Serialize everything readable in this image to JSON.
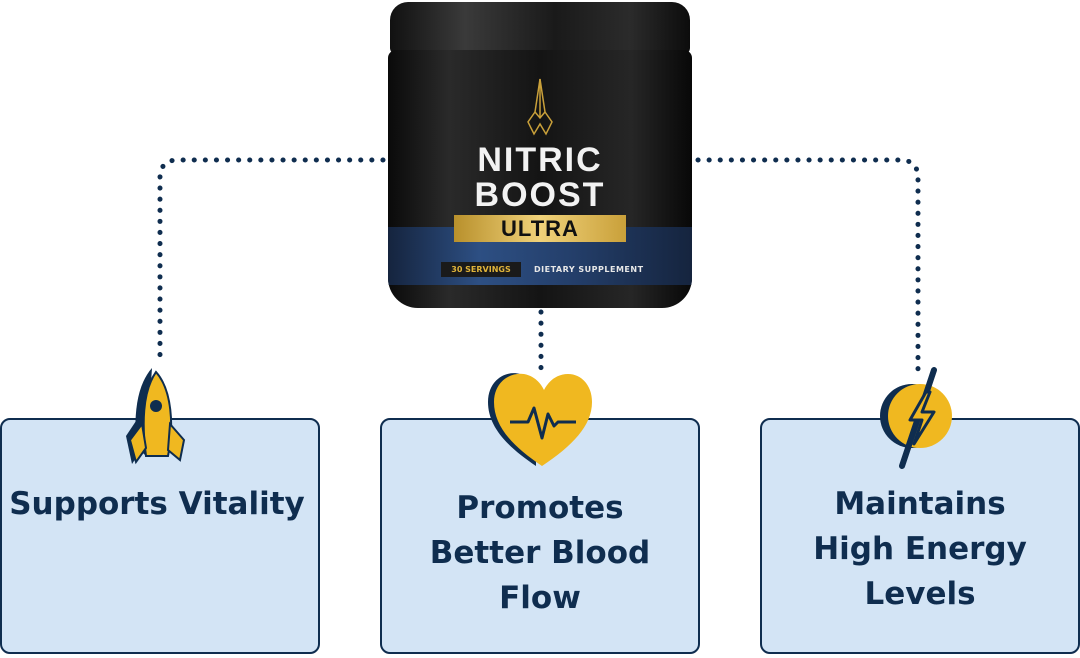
{
  "product": {
    "name_line1": "NITRIC",
    "name_line2": "BOOST",
    "variant": "ULTRA",
    "servings": "30 SERVINGS",
    "type": "DIETARY SUPPLEMENT"
  },
  "benefits": [
    {
      "icon": "rocket-icon",
      "label": "Supports Vitality"
    },
    {
      "icon": "heart-pulse-icon",
      "label": "Promotes Better Blood Flow"
    },
    {
      "icon": "lightning-icon",
      "label": "Maintains High Energy Levels"
    }
  ],
  "colors": {
    "navy": "#0f2d4f",
    "box": "#d3e4f5",
    "yellow": "#f0b820"
  }
}
